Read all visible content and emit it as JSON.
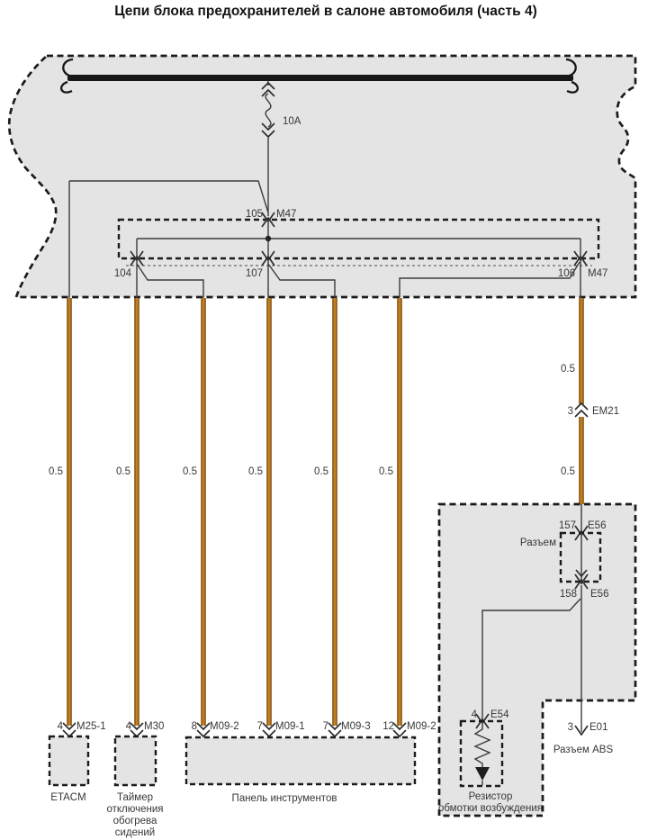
{
  "title": "Цепи блока предохранителей в салоне автомобиля (часть 4)",
  "colors": {
    "region_fill": "#e4e4e4",
    "wire_brown": "#b06a1a",
    "line": "#3c3c3c"
  },
  "fuse_box": {
    "fuse_rating": "10A",
    "connector": "M47",
    "top_pin": "105",
    "pin_104": "104",
    "pin_107": "107",
    "pin_106": "106"
  },
  "gauge": "0.5",
  "right_branch": {
    "gauge_upper": "0.5",
    "gauge_lower": "0.5",
    "em21_pin": "3",
    "em21": "EM21",
    "e56_top_pin": "157",
    "e56_top": "E56",
    "connector_label": "Разъем",
    "e56_bottom_pin": "158",
    "e56_bottom": "E56",
    "e54_pin": "4",
    "e54": "E54",
    "resistor_line1": "Резистор",
    "resistor_line2": "обмотки возбуждения",
    "e01_pin": "3",
    "e01": "E01",
    "abs_label": "Разъем ABS"
  },
  "bottom_connectors": [
    {
      "pin": "4",
      "connector": "M25-1"
    },
    {
      "pin": "4",
      "connector": "M30"
    },
    {
      "pin": "8",
      "connector": "M09-2"
    },
    {
      "pin": "7",
      "connector": "M09-1"
    },
    {
      "pin": "7",
      "connector": "M09-3"
    },
    {
      "pin": "12",
      "connector": "M09-2"
    }
  ],
  "components": {
    "etacm": "ETACM",
    "seat_timer": [
      "Таймер",
      "отключения",
      "обогрева",
      "сидений"
    ],
    "instrument_panel": "Панель инструментов"
  }
}
